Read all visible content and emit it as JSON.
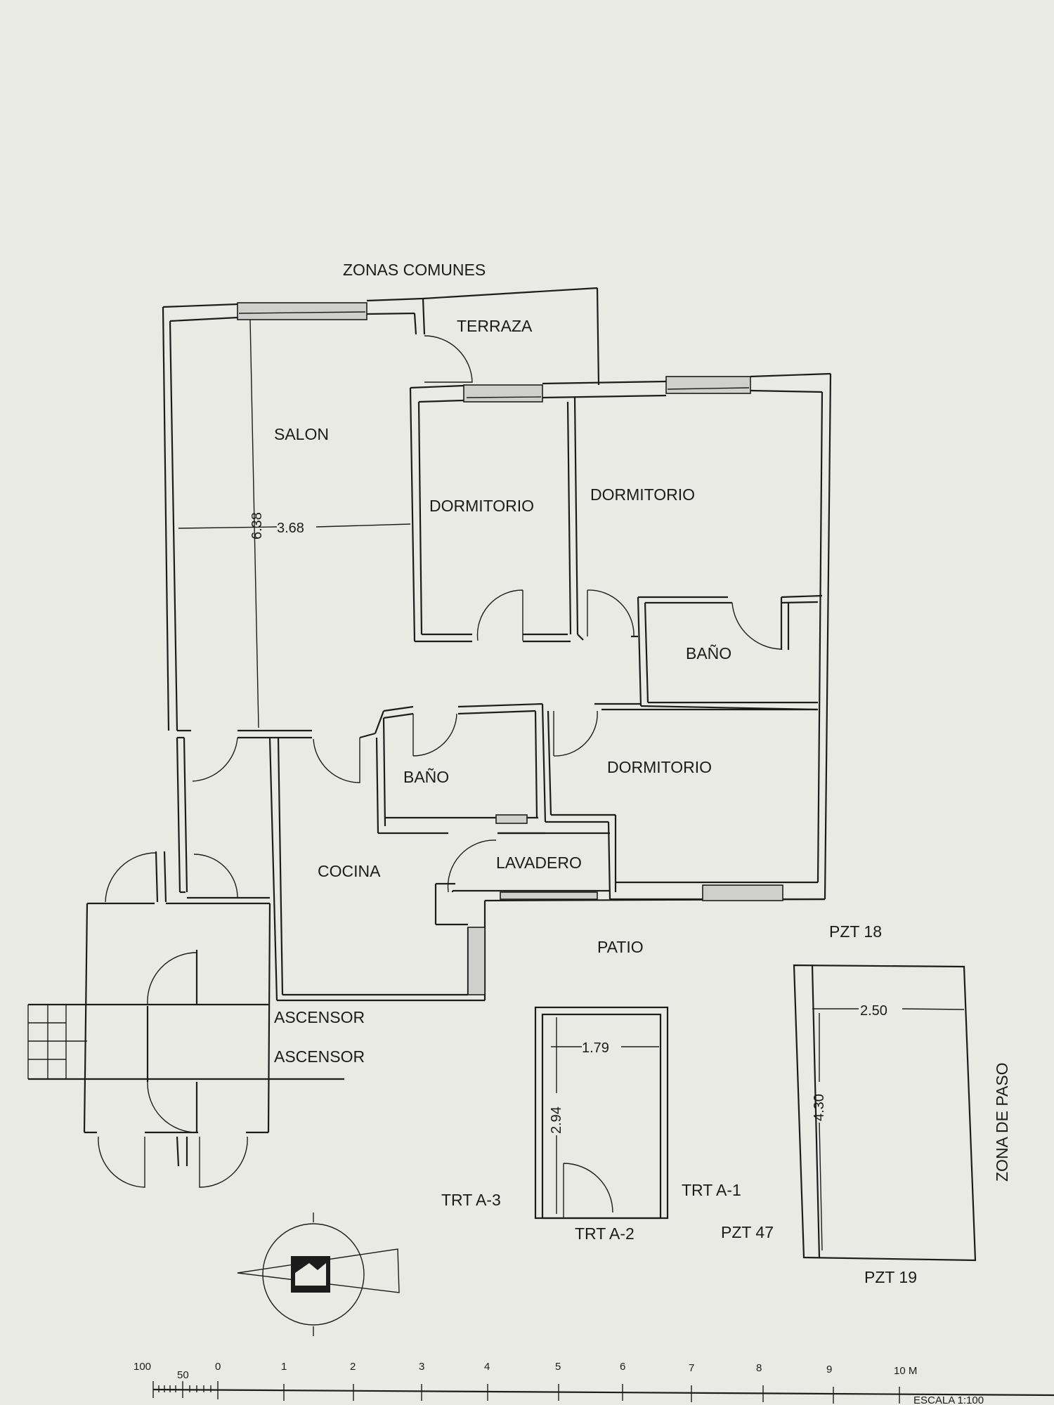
{
  "plan": {
    "header": "ZONAS COMUNES",
    "rooms": {
      "terraza": "TERRAZA",
      "salon": "SALON",
      "dormitorio_1": "DORMITORIO",
      "dormitorio_2": "DORMITORIO",
      "dormitorio_3": "DORMITORIO",
      "bano_1": "BAÑO",
      "bano_2": "BAÑO",
      "cocina": "COCINA",
      "lavadero": "LAVADERO",
      "patio": "PATIO",
      "ascensor_1": "ASCENSOR",
      "ascensor_2": "ASCENSOR"
    },
    "dimensions": {
      "salon_length": "6.38",
      "salon_width": "3.68",
      "trastero_width": "1.79",
      "trastero_length": "2.94",
      "parking_width": "2.50",
      "parking_length": "4.30"
    },
    "labels": {
      "pzt_18": "PZT 18",
      "pzt_19": "PZT 19",
      "pzt_47": "PZT 47",
      "trt_a1": "TRT A-1",
      "trt_a2": "TRT A-2",
      "trt_a3": "TRT A-3",
      "zona_de_paso": "ZONA DE PASO"
    },
    "scale": {
      "ticks": [
        "100",
        "50",
        "0",
        "1",
        "2",
        "3",
        "4",
        "5",
        "6",
        "7",
        "8",
        "9",
        "10 M"
      ],
      "title": "ESCALA 1:100"
    }
  }
}
